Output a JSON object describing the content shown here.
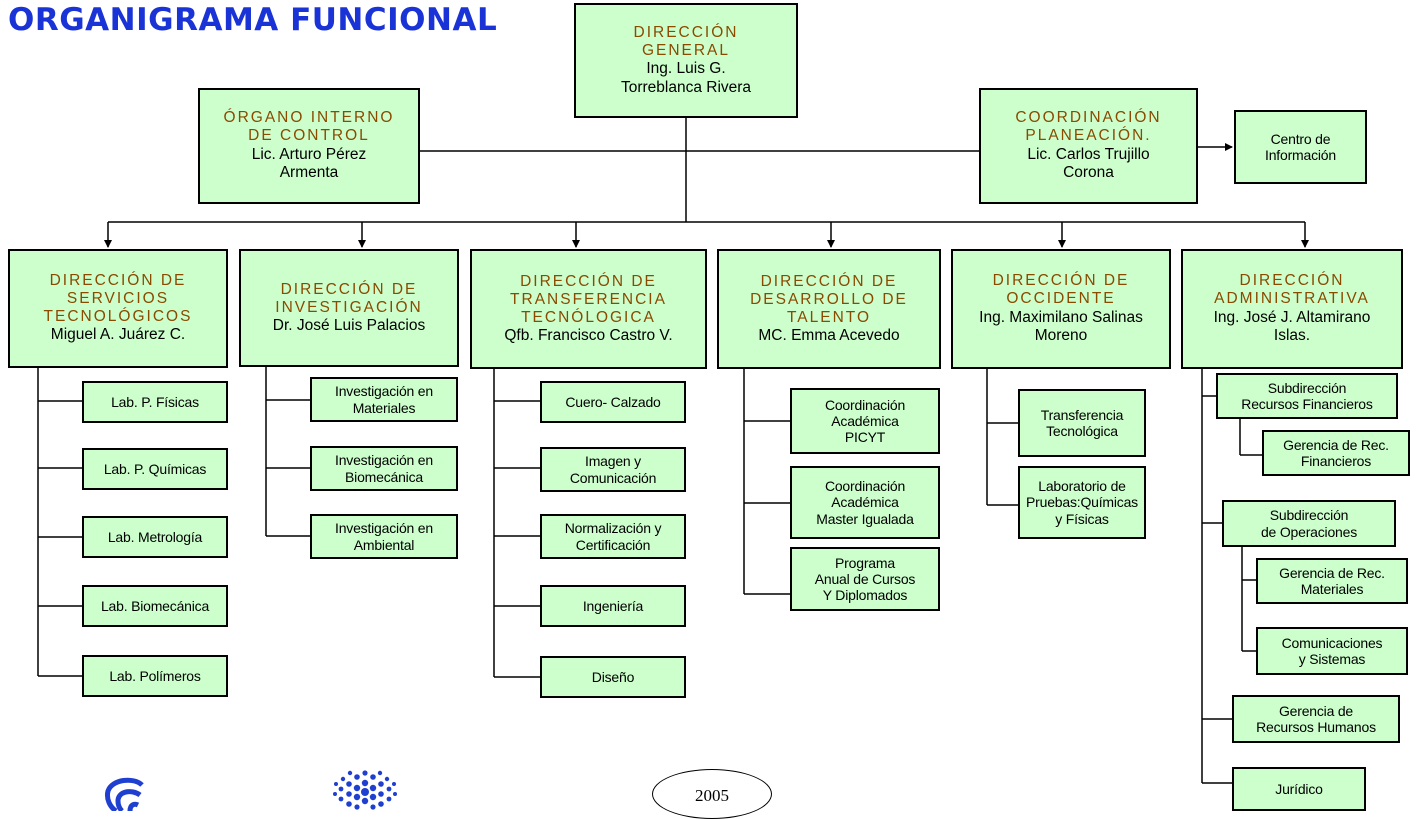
{
  "title": "ORGANIGRAMA FUNCIONAL",
  "year_badge": "2005",
  "colors": {
    "box_fill": "#ccffcc",
    "title_blue": "#1a33d6",
    "heading_brown": "#8a4a00",
    "logo_blue": "#1f3fd0"
  },
  "icons": [
    "wave-logo",
    "circle-dots-logo"
  ],
  "top": {
    "general": {
      "title": "DIRECCIÓN\nGENERAL",
      "name": "Ing. Luis G.\nTorreblanca Rivera"
    },
    "control": {
      "title": "ÓRGANO INTERNO\nDE CONTROL",
      "name": "Lic. Arturo Pérez\nArmenta"
    },
    "planeacion": {
      "title": "COORDINACIÓN\nPLANEACIÓN.",
      "name": "Lic. Carlos Trujillo\nCorona"
    },
    "centro": "Centro de\nInformación"
  },
  "directions": [
    {
      "title": "DIRECCIÓN DE\nSERVICIOS\nTECNOLÓGICOS",
      "name": "Miguel A. Juárez C.",
      "subs": [
        "Lab. P. Físicas",
        "Lab. P. Químicas",
        "Lab.  Metrología",
        "Lab. Biomecánica",
        "Lab. Polímeros"
      ]
    },
    {
      "title": "DIRECCIÓN DE\nINVESTIGACIÓN",
      "name": "Dr. José Luis Palacios",
      "subs": [
        "Investigación en\nMateriales",
        "Investigación en\nBiomecánica",
        "Investigación en\nAmbiental"
      ]
    },
    {
      "title": "DIRECCIÓN DE\nTRANSFERENCIA\nTECNÓLOGICA",
      "name": "Qfb. Francisco Castro V.",
      "subs": [
        "Cuero- Calzado",
        "Imagen y\nComunicación",
        "Normalización y\nCertificación",
        "Ingeniería",
        "Diseño"
      ]
    },
    {
      "title": "DIRECCIÓN DE\nDESARROLLO DE\nTALENTO",
      "name": "MC. Emma Acevedo",
      "subs": [
        "Coordinación\nAcadémica\nPICYT",
        "Coordinación\nAcadémica\nMaster Igualada",
        "Programa\nAnual de Cursos\nY Diplomados"
      ]
    },
    {
      "title": "DIRECCIÓN DE\nOCCIDENTE",
      "name": "Ing. Maximilano Salinas\nMoreno",
      "subs": [
        "Transferencia\nTecnológica",
        "Laboratorio de\nPruebas:Químicas\ny Físicas"
      ]
    },
    {
      "title": "DIRECCIÓN\nADMINISTRATIVA",
      "name": "Ing. José J. Altamirano\nIslas.",
      "subs": [
        "Subdirección\nRecursos Financieros",
        "Gerencia de Rec.\nFinancieros",
        "Subdirección\nde Operaciones",
        "Gerencia de Rec.\nMateriales",
        "Comunicaciones\ny Sistemas",
        "Gerencia de\nRecursos Humanos",
        "Jurídico"
      ]
    }
  ]
}
